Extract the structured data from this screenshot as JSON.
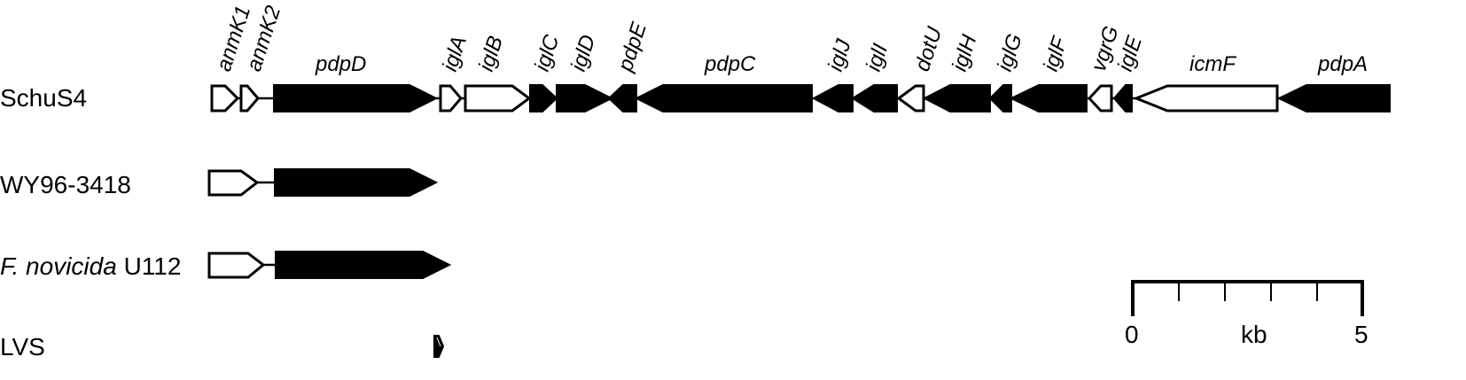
{
  "strains": {
    "schus4": "SchuS4",
    "wy96": "WY96-3418",
    "novicida_species": "F. novicida",
    "novicida_strain": " U112",
    "lvs": "LVS"
  },
  "genes": {
    "anmK1": "anmK1",
    "anmK2": "anmK2",
    "pdpD": "pdpD",
    "iglA": "iglA",
    "iglB": "iglB",
    "iglC": "iglC",
    "iglD": "iglD",
    "pdpE": "pdpE",
    "pdpC": "pdpC",
    "iglJ": "iglJ",
    "iglI": "iglI",
    "dotU": "dotU",
    "iglH": "iglH",
    "iglG": "iglG",
    "iglF": "iglF",
    "vgrG": "vgrG",
    "iglE": "iglE",
    "icmF": "icmF",
    "pdpA": "pdpA"
  },
  "scale_bar": {
    "start": "0",
    "unit": "kb",
    "end": "5"
  },
  "colors": {
    "filled_gene": "#000000",
    "open_gene": "#ffffff"
  }
}
